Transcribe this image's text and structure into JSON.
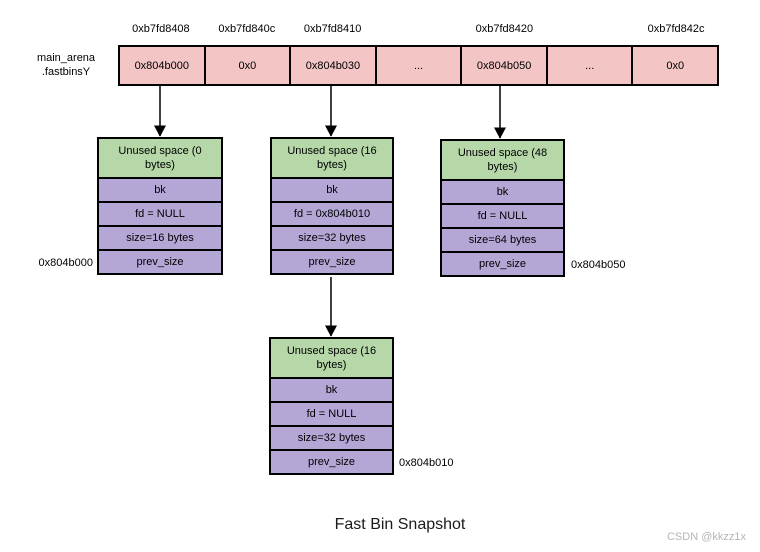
{
  "diagram": {
    "title": "Fast Bin Snapshot",
    "watermark": "CSDN @kkzz1x",
    "arena_label": {
      "line1": "main_arena",
      "line2": ".fastbinsY"
    },
    "colors": {
      "array_cell_fill": "#f3c5c5",
      "chunk_header_fill": "#b6d7a8",
      "chunk_row_fill": "#b4a7d6",
      "border": "#000000",
      "watermark_text": "#b5b5b5"
    },
    "fastbin_row": {
      "addresses": [
        "0xb7fd8408",
        "0xb7fd840c",
        "0xb7fd8410",
        "",
        "0xb7fd8420",
        "",
        "0xb7fd842c"
      ],
      "cells": [
        "0x804b000",
        "0x0",
        "0x804b030",
        "...",
        "0x804b050",
        "...",
        "0x0"
      ]
    },
    "chunks": [
      {
        "header": "Unused space (0 bytes)",
        "rows": [
          "bk",
          "fd = NULL",
          "size=16 bytes",
          "prev_size"
        ],
        "address_label": "0x804b000"
      },
      {
        "header": "Unused space (16 bytes)",
        "rows": [
          "bk",
          "fd = 0x804b010",
          "size=32 bytes",
          "prev_size"
        ],
        "address_label": ""
      },
      {
        "header": "Unused space (48 bytes)",
        "rows": [
          "bk",
          "fd = NULL",
          "size=64 bytes",
          "prev_size"
        ],
        "address_label": "0x804b050"
      },
      {
        "header": "Unused space (16 bytes)",
        "rows": [
          "bk",
          "fd = NULL",
          "size=32 bytes",
          "prev_size"
        ],
        "address_label": "0x804b010"
      }
    ]
  }
}
